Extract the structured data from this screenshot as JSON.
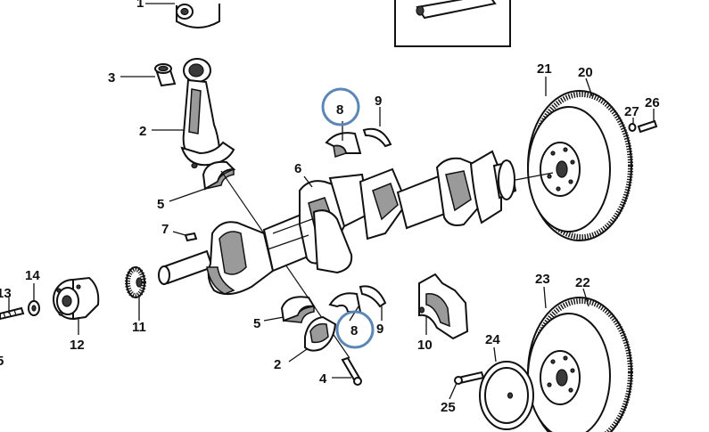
{
  "diagram": {
    "callouts": {
      "p1": "1",
      "p2a": "2",
      "p2b": "2",
      "p3": "3",
      "p4": "4",
      "p5a": "5",
      "p5b": "5",
      "p5c": "5",
      "p6": "6",
      "p7": "7",
      "p8a": "8",
      "p8b": "8",
      "p9a": "9",
      "p9b": "9",
      "p10": "10",
      "p11": "11",
      "p12": "12",
      "p13": "13",
      "p14": "14",
      "p20": "20",
      "p21": "21",
      "p22": "22",
      "p23": "23",
      "p24": "24",
      "p25": "25",
      "p26": "26",
      "p27": "27"
    },
    "highlighted_callouts": [
      "8",
      "8"
    ],
    "highlight_color": "#5b86b5",
    "line_color": "#111111"
  }
}
